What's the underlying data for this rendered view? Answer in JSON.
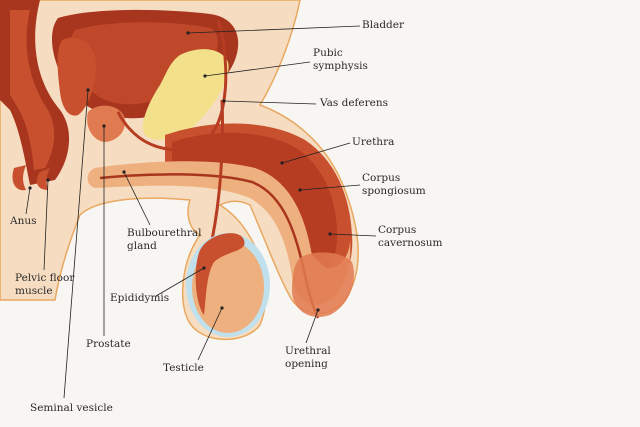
{
  "labels": {
    "bladder": "Bladder",
    "pubic_symphysis": "Pubic\nsymphysis",
    "vas_deferens": "Vas deferens",
    "urethra": "Urethra",
    "corpus_spongiosum": "Corpus\nspongiosum",
    "corpus_cavernosum": "Corpus\ncavernosum",
    "anus": "Anus",
    "bulbourethral_gland": "Bulbourethral\ngland",
    "pelvic_floor_muscle": "Pelvic floor\nmuscle",
    "epididymis": "Epididymis",
    "prostate": "Prostate",
    "testicle": "Testicle",
    "urethral_opening": "Urethral\nopening",
    "seminal_vesicle": "Seminal vesicle"
  },
  "colors": {
    "background": "#f8f6f2",
    "skin": "#f6dcc0",
    "skin_outline": "#e8a860",
    "organ_dark": "#a8351e",
    "organ_mid": "#c8502e",
    "organ_light": "#e07a50",
    "bone": "#f2e08a",
    "testicle": "#eeb07e",
    "tunica": "#bfe0ec",
    "leader_line": "#222222"
  }
}
